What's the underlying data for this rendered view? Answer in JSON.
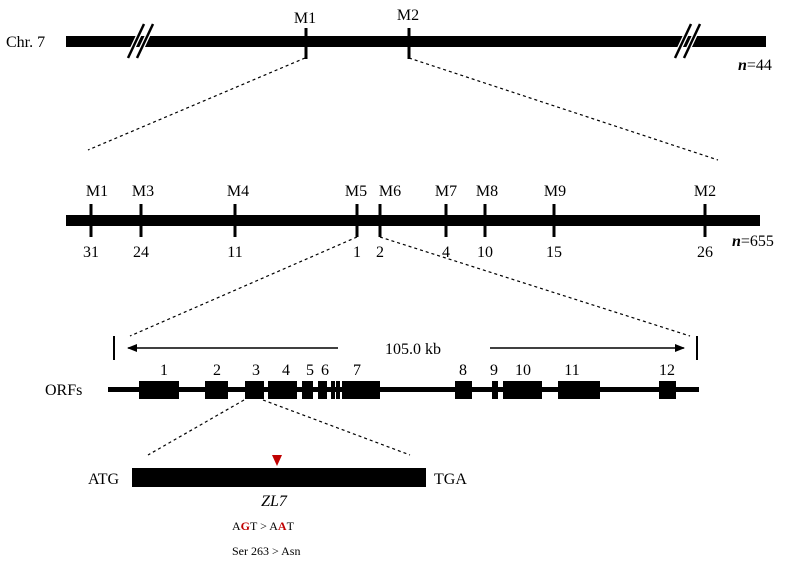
{
  "chromosome": {
    "label": "Chr. 7",
    "markers": [
      "M1",
      "M2"
    ],
    "n_prefix": "n",
    "n_value": "=44"
  },
  "fine_map": {
    "markers": [
      "M1",
      "M3",
      "M4",
      "M5",
      "M6",
      "M7",
      "M8",
      "M9",
      "M2"
    ],
    "recombinants": [
      "31",
      "24",
      "11",
      "1",
      "2",
      "4",
      "10",
      "15",
      "26"
    ],
    "n_prefix": "n",
    "n_value": "=655"
  },
  "region": {
    "length_label": "105.0 kb",
    "orfs_label": "ORFs",
    "orf_numbers": [
      "1",
      "2",
      "3",
      "4",
      "5",
      "6",
      "7",
      "8",
      "9",
      "10",
      "11",
      "12"
    ]
  },
  "gene": {
    "start_codon": "ATG",
    "stop_codon": "TGA",
    "name": "ZL7",
    "mutation": {
      "ref_prefix": "A",
      "ref_base": "G",
      "ref_suffix": "T",
      "arrow": " > ",
      "alt_prefix": "A",
      "alt_base": "A",
      "alt_suffix": "T"
    },
    "aa_change": "Ser 263 > Asn",
    "mutation_color": "#c00000"
  }
}
